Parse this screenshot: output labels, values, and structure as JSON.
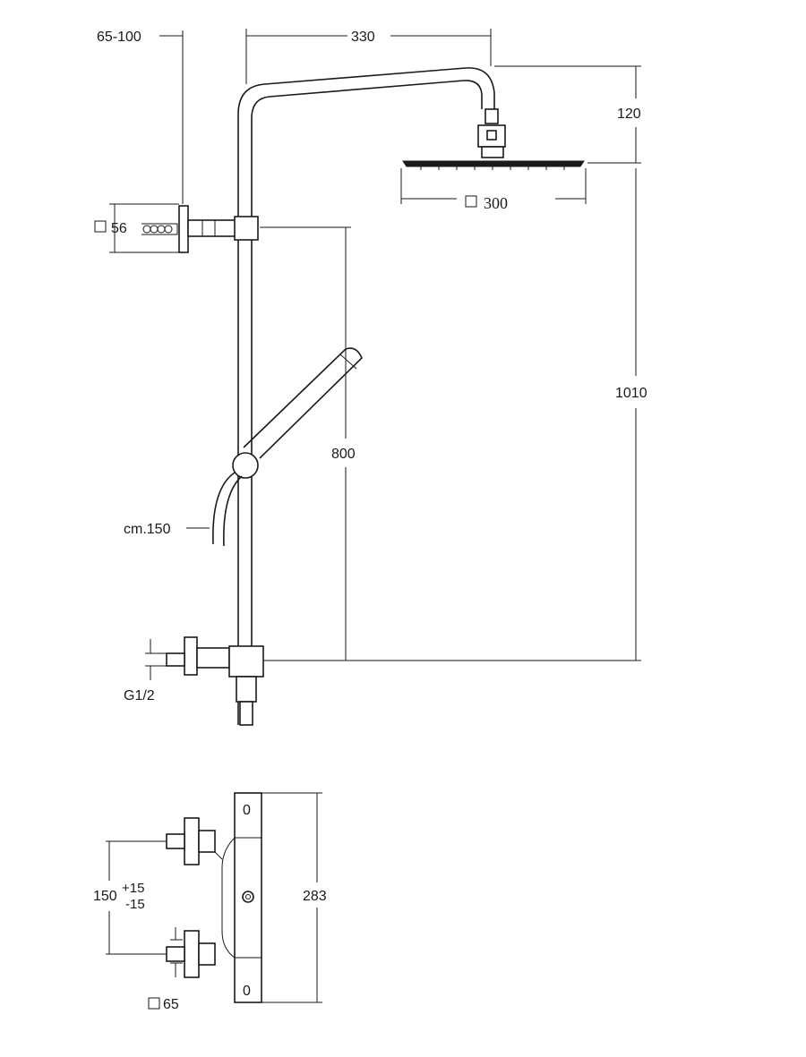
{
  "dimensions": {
    "offset_range": "65-100",
    "arm_length": "330",
    "head_drop": "120",
    "head_size": "300",
    "rosette_size": "56",
    "total_height": "1010",
    "slider_travel": "800",
    "hose_length": "cm.150",
    "connection_thread": "G1/2",
    "valve_height": "283",
    "inlet_spacing": "150",
    "tolerance_plus": "+15",
    "tolerance_minus": "-15",
    "flange_size": "65",
    "cap_marks": [
      "0",
      "0"
    ]
  },
  "symbols": {
    "square_symbol": "square-outline-icon"
  }
}
